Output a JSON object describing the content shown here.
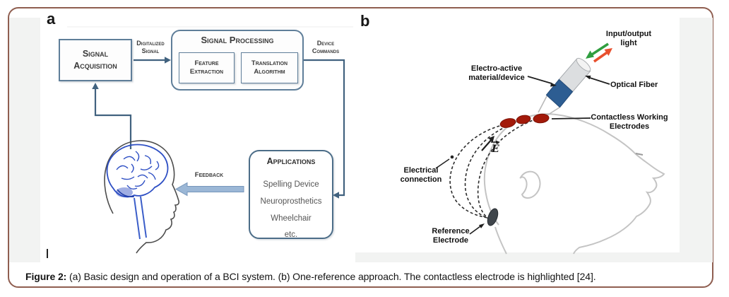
{
  "panel_a": {
    "label": "a",
    "signal_acquisition": [
      "Signal",
      "Acquisition"
    ],
    "digitalized_signal": [
      "Digitalized",
      "Signal"
    ],
    "signal_processing_title": "Signal Processing",
    "feature_extraction": [
      "Feature",
      "Extraction"
    ],
    "translation_algorithm": [
      "Translation",
      "Algorithm"
    ],
    "device_commands": [
      "Device",
      "Commands"
    ],
    "feedback": "Feedback",
    "applications_title": "Applications",
    "applications_items": [
      "Spelling Device",
      "Neuroprosthetics",
      "Wheelchair",
      "etc."
    ]
  },
  "panel_b": {
    "label": "b",
    "input_output_light": [
      "Input/output",
      "light"
    ],
    "electro_active": [
      "Electro-active",
      "material/device"
    ],
    "optical_fiber": "Optical Fiber",
    "contactless_working_electrodes": [
      "Contactless Working",
      "Electrodes"
    ],
    "electrical_connection": [
      "Electrical",
      "connection"
    ],
    "reference_electrode": [
      "Reference",
      "Electrode"
    ],
    "e_field_symbol": "E"
  },
  "caption": {
    "label": "Figure 2:",
    "text": " (a) Basic design and operation of a BCI system. (b) One-reference approach. The contactless electrode is highlighted [24]."
  },
  "colors": {
    "card_border": "#8f5e50",
    "diagram_box_border": "#5f7e99",
    "connector": "#41627f",
    "feedback_arrow_fill": "#9bb7d6",
    "electrode_red": "#a31a0a",
    "fiber_band_blue": "#2d5d92",
    "input_light_green": "#2f9e3f",
    "output_light_red": "#e8502e",
    "figure_gray_background": "#f2f3f2"
  }
}
